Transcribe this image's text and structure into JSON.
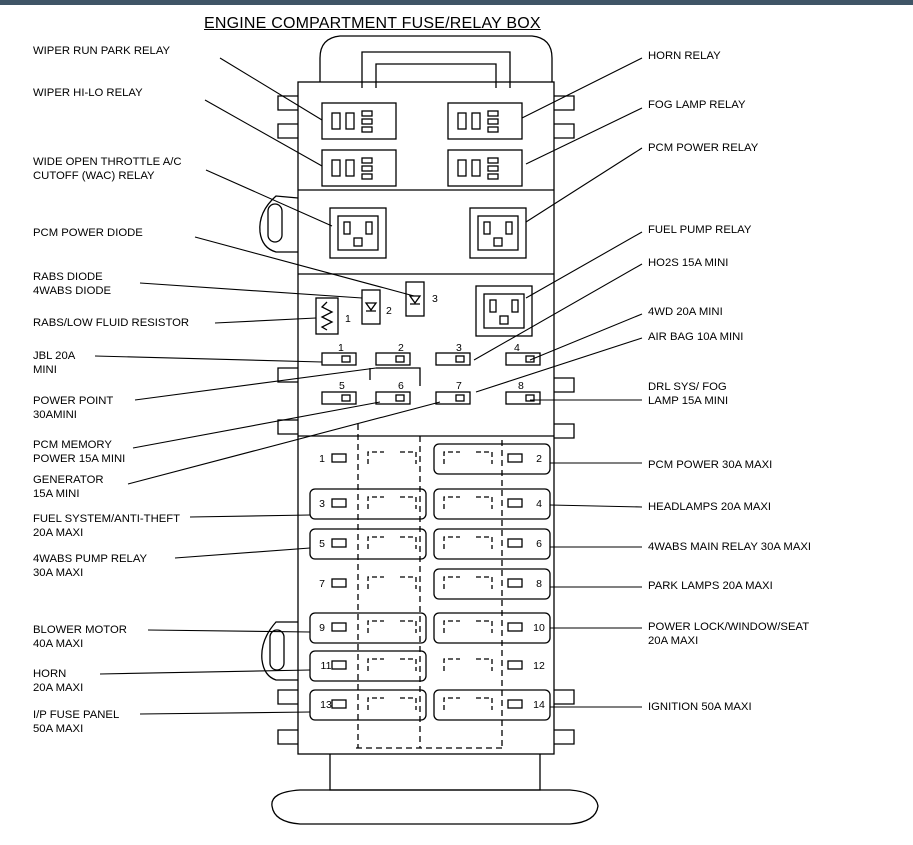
{
  "title": "ENGINE COMPARTMENT FUSE/RELAY BOX",
  "labels_left": [
    {
      "id": "wiper-run-park-relay",
      "lines": [
        "WIPER RUN PARK  RELAY"
      ]
    },
    {
      "id": "wiper-hi-lo-relay",
      "lines": [
        "WIPER HI-LO   RELAY"
      ]
    },
    {
      "id": "wac-relay",
      "lines": [
        "WIDE OPEN THROTTLE A/C",
        "CUTOFF (WAC)   RELAY"
      ]
    },
    {
      "id": "pcm-power-diode",
      "lines": [
        "PCM POWER DIODE"
      ]
    },
    {
      "id": "rabs-diode",
      "lines": [
        "RABS DIODE",
        "4WABS DIODE"
      ]
    },
    {
      "id": "rabs-low-fluid-resistor",
      "lines": [
        "RABS/LOW FLUID RESISTOR"
      ]
    },
    {
      "id": "jbl-20a",
      "lines": [
        "JBL 20A",
        "MINI"
      ]
    },
    {
      "id": "power-point",
      "lines": [
        "POWER POINT",
        "30AMINI"
      ]
    },
    {
      "id": "pcm-memory",
      "lines": [
        "PCM MEMORY",
        "POWER 15A MINI"
      ]
    },
    {
      "id": "generator",
      "lines": [
        "GENERATOR",
        "15A MINI"
      ]
    },
    {
      "id": "fuel-system",
      "lines": [
        "FUEL SYSTEM/ANTI-THEFT",
        "20A MAXI"
      ]
    },
    {
      "id": "4wabs-pump-relay",
      "lines": [
        "4WABS PUMP RELAY",
        "30A MAXI"
      ]
    },
    {
      "id": "blower-motor",
      "lines": [
        "BLOWER MOTOR",
        "40A MAXI"
      ]
    },
    {
      "id": "horn-fuse",
      "lines": [
        "HORN",
        "20A MAXI"
      ]
    },
    {
      "id": "ip-fuse-panel",
      "lines": [
        "I/P FUSE PANEL",
        "50A MAXI"
      ]
    }
  ],
  "labels_right": [
    {
      "id": "horn-relay",
      "lines": [
        "HORN  RELAY"
      ]
    },
    {
      "id": "fog-lamp-relay",
      "lines": [
        "FOG LAMP RELAY"
      ]
    },
    {
      "id": "pcm-power-relay",
      "lines": [
        "PCM POWER RELAY"
      ]
    },
    {
      "id": "fuel-pump-relay",
      "lines": [
        "FUEL PUMP RELAY"
      ]
    },
    {
      "id": "ho2s-15a",
      "lines": [
        "HO2S 15A MINI"
      ]
    },
    {
      "id": "4wd-20a",
      "lines": [
        "4WD 20A MINI"
      ]
    },
    {
      "id": "air-bag-10a",
      "lines": [
        "AIR BAG 10A MINI"
      ]
    },
    {
      "id": "drl-sys-fog",
      "lines": [
        "DRL SYS/ FOG",
        "LAMP 15A MINI"
      ]
    },
    {
      "id": "pcm-power-30a",
      "lines": [
        "PCM POWER 30A MAXI"
      ]
    },
    {
      "id": "headlamps-20a",
      "lines": [
        "HEADLAMPS 20A MAXI"
      ]
    },
    {
      "id": "4wabs-main-relay",
      "lines": [
        "4WABS MAIN RELAY  30A MAXI"
      ]
    },
    {
      "id": "park-lamps-20a",
      "lines": [
        "PARK LAMPS 20A MAXI"
      ]
    },
    {
      "id": "power-lock",
      "lines": [
        "POWER LOCK/WINDOW/SEAT",
        "20A MAXI"
      ]
    },
    {
      "id": "ignition-50a",
      "lines": [
        "IGNITION 50A MAXI"
      ]
    }
  ],
  "mini_fuse_numbers": [
    "1",
    "2",
    "3",
    "4",
    "5",
    "6",
    "7",
    "8"
  ],
  "diode_numbers": [
    "1",
    "2",
    "3"
  ],
  "maxi_left_numbers": [
    "1",
    "3",
    "5",
    "7",
    "9",
    "11",
    "13"
  ],
  "maxi_right_numbers": [
    "2",
    "4",
    "6",
    "8",
    "10",
    "12",
    "14"
  ]
}
